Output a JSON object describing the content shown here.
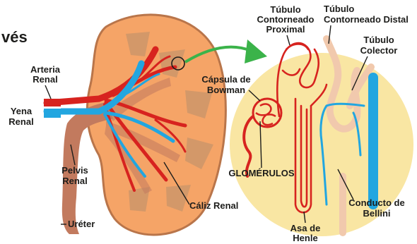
{
  "heading": "vés",
  "labels": {
    "arteria_renal": [
      "Arteria",
      "Renal"
    ],
    "vena_renal": [
      "Yena",
      "Renal"
    ],
    "pelvis_renal": [
      "Pelvis",
      "Renal"
    ],
    "ureter": "Uréter",
    "caliz_renal": "Cáliz Renal",
    "capsula_bowman": [
      "Cápsula de",
      "Bowman"
    ],
    "glomerulos": "GLOMÉRULOS",
    "tubulo_proximal": [
      "Túbulo",
      "Contorneado",
      "Proximal"
    ],
    "tubulo_distal": [
      "Túbulo",
      "Contorneado Distal"
    ],
    "tubulo_colector": [
      "Túbulo",
      "Colector"
    ],
    "conducto_bellini": [
      "Conducto de",
      "Bellini"
    ],
    "asa_henle": [
      "Asa de",
      "Henle"
    ]
  },
  "colors": {
    "kidney": "#f5a467",
    "kidney_outline": "#b9754a",
    "medulla": "#c8956a",
    "ureter": "#c27a5e",
    "artery": "#d7231f",
    "vein": "#22a6e0",
    "nephron_bg": "#f9e6a3",
    "tubule": "#f1c9ad",
    "arrow": "#3bb34a"
  }
}
